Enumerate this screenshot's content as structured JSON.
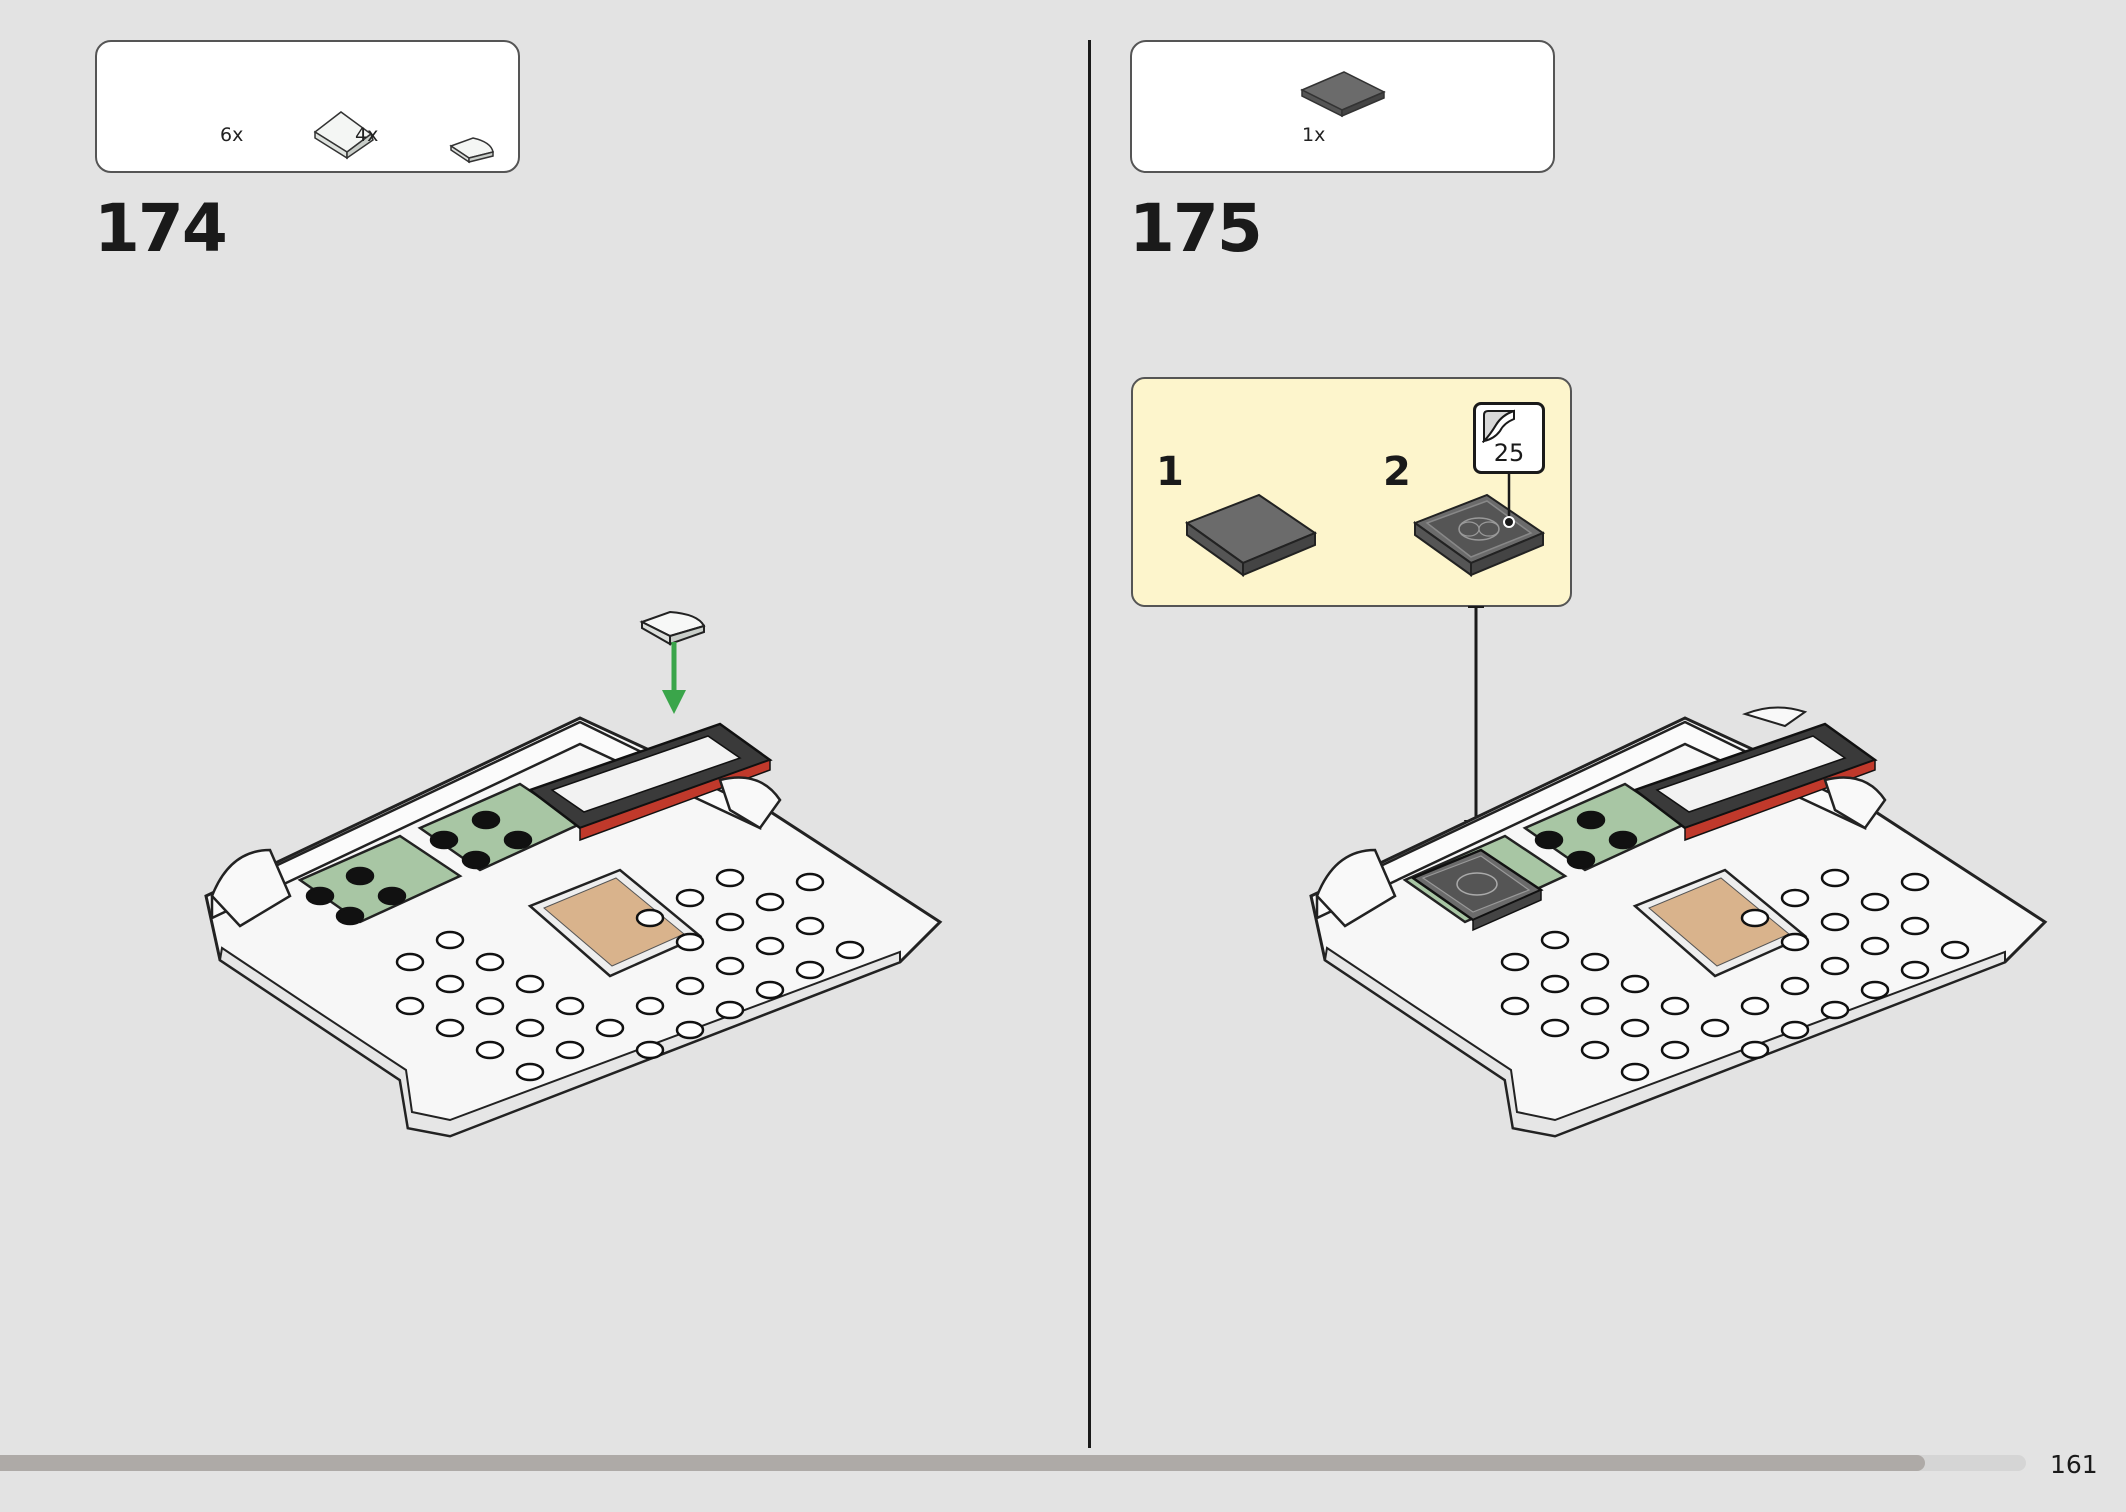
{
  "colors": {
    "background": "#e3e3e3",
    "callout_bg": "#fdf5cc",
    "arrow_green": "#3aa54a",
    "dark_gray_part": "#6b6b6b",
    "sand_green": "#a8c6a4",
    "progress_fill": "#aeaaa7"
  },
  "steps": [
    {
      "number": "174",
      "parts": [
        {
          "icon": "white-curved-slope-part-icon",
          "qty": "6x"
        },
        {
          "icon": "white-quarter-round-tile-part-icon",
          "qty": "4x"
        }
      ]
    },
    {
      "number": "175",
      "parts": [
        {
          "icon": "dark-gray-tile-part-icon",
          "qty": "1x"
        }
      ],
      "callout": {
        "sub_steps": [
          "1",
          "2"
        ],
        "sticker_number": "25"
      }
    }
  ],
  "progress": {
    "fraction": 0.95
  },
  "page_number": "161"
}
